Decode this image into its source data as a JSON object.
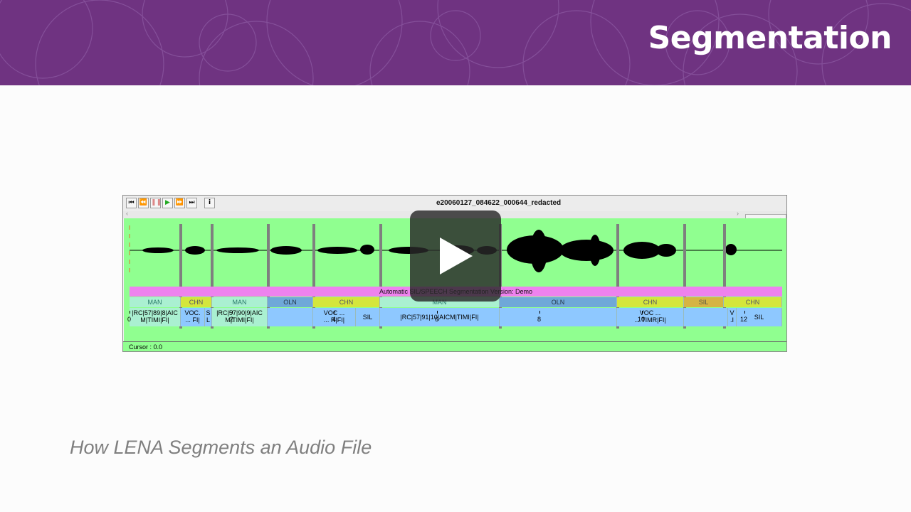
{
  "slide": {
    "title": "Segmentation",
    "subtitle": "How LENA Segments an Audio File"
  },
  "app": {
    "toolbar_icons": [
      "first-icon",
      "rewind-icon",
      "pause-icon",
      "play-icon",
      "fast-forward-icon",
      "last-icon",
      "info-icon"
    ],
    "file_title": "e20060127_084622_000644_redacted",
    "track_title": "Automatic SIL/SPEECH Segmentation Version: Demo",
    "speaker_row": [
      "MAN",
      "CHN",
      "MAN",
      "OLN",
      "CHN",
      "MAN",
      "OLN",
      "CHN",
      "SIL",
      "CHN"
    ],
    "detail_row": [
      [
        "|RC|57|89|8|AIC",
        "M|TIMI|FI|"
      ],
      [
        "VOC.",
        "... FI|"
      ],
      [
        "S",
        "L"
      ],
      [
        "|RC|57|90|9|AIC",
        "M|TIMI|FI|"
      ],
      [
        "",
        ""
      ],
      [
        "VOC ...",
        "... R|FI|"
      ],
      [
        "SIL",
        ""
      ],
      [
        "|RC|57|91|10|AICM|TIMI|FI|",
        ""
      ],
      [
        "",
        ""
      ],
      [
        "VOC ...",
        "... TIMR|FI|"
      ],
      [
        "",
        ""
      ],
      [
        "V",
        ".I"
      ],
      [
        "SIL",
        ""
      ]
    ],
    "axis_ticks": [
      "0",
      "2",
      "4",
      "6",
      "8",
      "10",
      "12"
    ],
    "cursor_label": "Cursor : 0.0",
    "colors": {
      "waveform_bg": "#90ff90",
      "track_bar": "#ee82ee",
      "man": "#aaf0d1",
      "chn": "#d4e63c",
      "oln": "#6fa8d8",
      "sil": "#d6b443",
      "detail": "#8ec8ff"
    }
  },
  "overlay": {
    "icon": "play-icon"
  }
}
